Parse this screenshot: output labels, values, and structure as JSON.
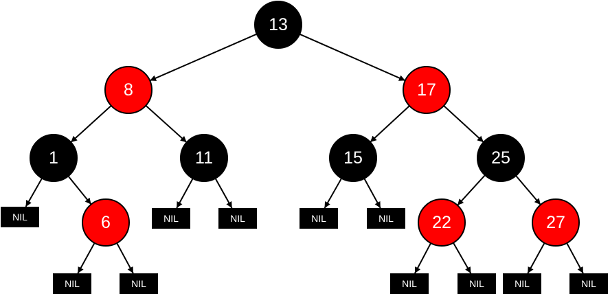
{
  "colors": {
    "black_node": "#000000",
    "red_node": "#ff0000",
    "outline": "#000000",
    "label": "#ffffff",
    "edge": "#000000"
  },
  "tree": {
    "nodes": [
      {
        "id": "n13",
        "label": "13",
        "color": "black"
      },
      {
        "id": "n8",
        "label": "8",
        "color": "red"
      },
      {
        "id": "n17",
        "label": "17",
        "color": "red"
      },
      {
        "id": "n1",
        "label": "1",
        "color": "black"
      },
      {
        "id": "n11",
        "label": "11",
        "color": "black"
      },
      {
        "id": "n15",
        "label": "15",
        "color": "black"
      },
      {
        "id": "n25",
        "label": "25",
        "color": "black"
      },
      {
        "id": "n6",
        "label": "6",
        "color": "red"
      },
      {
        "id": "n22",
        "label": "22",
        "color": "red"
      },
      {
        "id": "n27",
        "label": "27",
        "color": "red"
      }
    ],
    "nil_leaves": [
      {
        "id": "nil1",
        "label": "NIL"
      },
      {
        "id": "nil2",
        "label": "NIL"
      },
      {
        "id": "nil3",
        "label": "NIL"
      },
      {
        "id": "nil4",
        "label": "NIL"
      },
      {
        "id": "nil5",
        "label": "NIL"
      },
      {
        "id": "nil6",
        "label": "NIL"
      },
      {
        "id": "nil7",
        "label": "NIL"
      },
      {
        "id": "nil8",
        "label": "NIL"
      },
      {
        "id": "nil9",
        "label": "NIL"
      },
      {
        "id": "nil10",
        "label": "NIL"
      },
      {
        "id": "nil11",
        "label": "NIL"
      }
    ],
    "edges": [
      [
        "n13",
        "n8"
      ],
      [
        "n13",
        "n17"
      ],
      [
        "n8",
        "n1"
      ],
      [
        "n8",
        "n11"
      ],
      [
        "n17",
        "n15"
      ],
      [
        "n17",
        "n25"
      ],
      [
        "n1",
        "nil1"
      ],
      [
        "n1",
        "n6"
      ],
      [
        "n11",
        "nil2"
      ],
      [
        "n11",
        "nil3"
      ],
      [
        "n15",
        "nil4"
      ],
      [
        "n15",
        "nil5"
      ],
      [
        "n25",
        "n22"
      ],
      [
        "n25",
        "n27"
      ],
      [
        "n6",
        "nil6"
      ],
      [
        "n6",
        "nil7"
      ],
      [
        "n22",
        "nil8"
      ],
      [
        "n22",
        "nil9"
      ],
      [
        "n27",
        "nil10"
      ],
      [
        "n27",
        "nil11"
      ]
    ]
  }
}
